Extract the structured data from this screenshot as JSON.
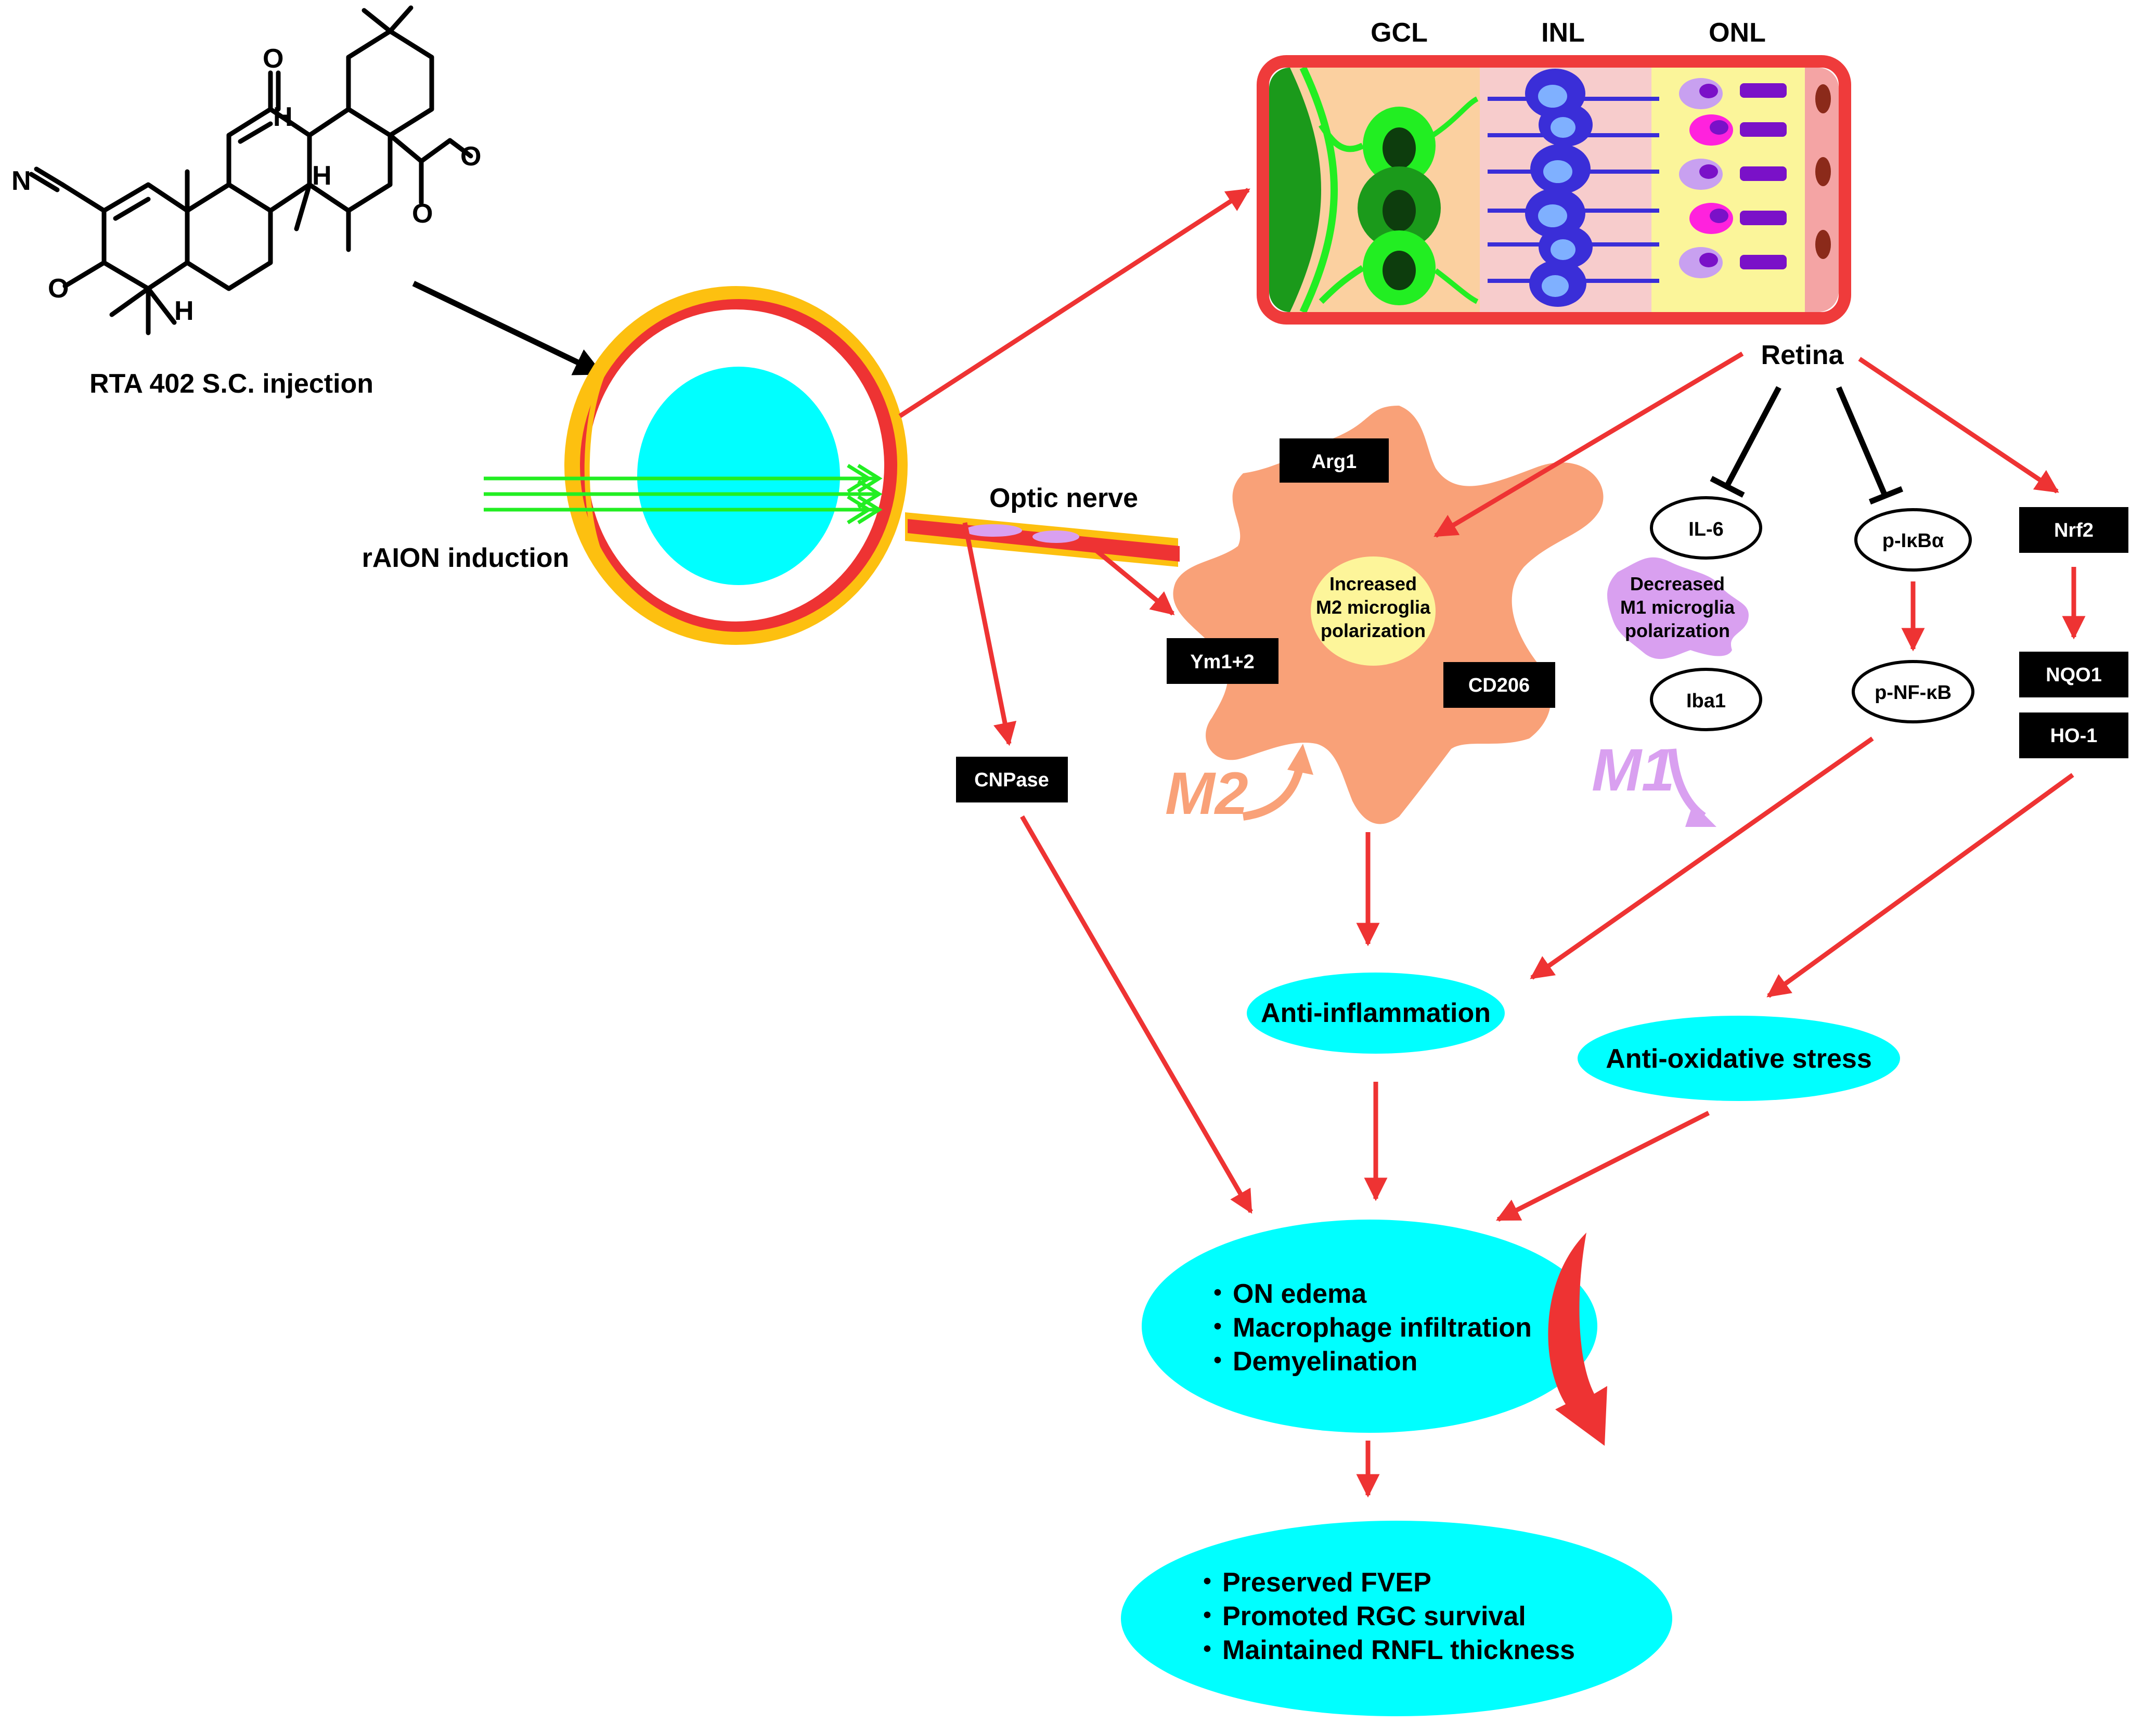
{
  "labels": {
    "drug": "RTA 402 S.C. injection",
    "induction": "rAION induction",
    "optic_nerve": "Optic nerve",
    "retina": "Retina",
    "layers": [
      "GCL",
      "INL",
      "ONL"
    ],
    "m2_center": [
      "Increased",
      "M2 microglia",
      "polarization"
    ],
    "m1_center": [
      "Decreased",
      "M1 microglia",
      "polarization"
    ],
    "m2": "M2",
    "m1": "M1"
  },
  "chem_atoms": {
    "n": "N",
    "o": "O",
    "h": "H"
  },
  "boxes": {
    "arg1": "Arg1",
    "ym": "Ym1+2",
    "cd206": "CD206",
    "cnpase": "CNPase",
    "nrf2": "Nrf2",
    "nqo1": "NQO1",
    "ho1": "HO-1"
  },
  "ovals": {
    "il6": "IL-6",
    "iba1": "Iba1",
    "pikba": "p-IκBα",
    "pnfkb": "p-NF-κB"
  },
  "outcomes": {
    "anti_inflammation": "Anti-inflammation",
    "anti_oxidative": "Anti-oxidative stress",
    "pathology": [
      "ON edema",
      "Macrophage infiltration",
      "Demyelination"
    ],
    "results": [
      "Preserved FVEP",
      "Promoted RGC survival",
      "Maintained RNFL thickness"
    ],
    "bullet": "・"
  },
  "colors": {
    "arrow_red": "#ee3333",
    "cyan": "#00ffff",
    "microglia_m2": "#f9a178",
    "microglia_m1": "#d9a0f0",
    "retina_frame": "#ef3b3b",
    "eye_yellow": "#fdc010",
    "nerve_green": "#22ee22"
  }
}
